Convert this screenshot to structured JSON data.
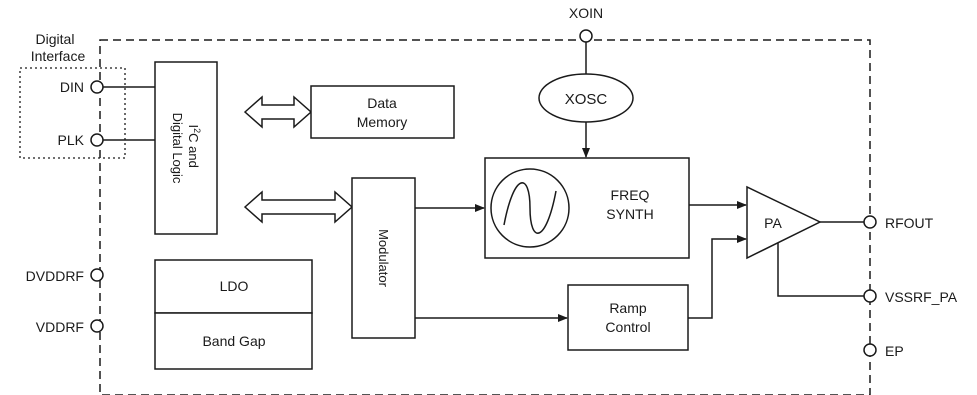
{
  "pins": {
    "xoin": "XOIN",
    "din": "DIN",
    "plk": "PLK",
    "dvddrf": "DVDDRF",
    "vddrf": "VDDRF",
    "rfout": "RFOUT",
    "vssrf_pa": "VSSRF_PA",
    "ep": "EP"
  },
  "groups": {
    "digital_interface_line1": "Digital",
    "digital_interface_line2": "Interface"
  },
  "blocks": {
    "i2c_line1_a": "I",
    "i2c_line1_sup": "2",
    "i2c_line1_b": "C and",
    "i2c_line2": "Digital Logic",
    "data_memory_line1": "Data",
    "data_memory_line2": "Memory",
    "modulator": "Modulator",
    "xosc": "XOSC",
    "freq_synth_line1": "FREQ",
    "freq_synth_line2": "SYNTH",
    "pa": "PA",
    "ramp_control_line1": "Ramp",
    "ramp_control_line2": "Control",
    "ldo": "LDO",
    "band_gap": "Band Gap"
  }
}
